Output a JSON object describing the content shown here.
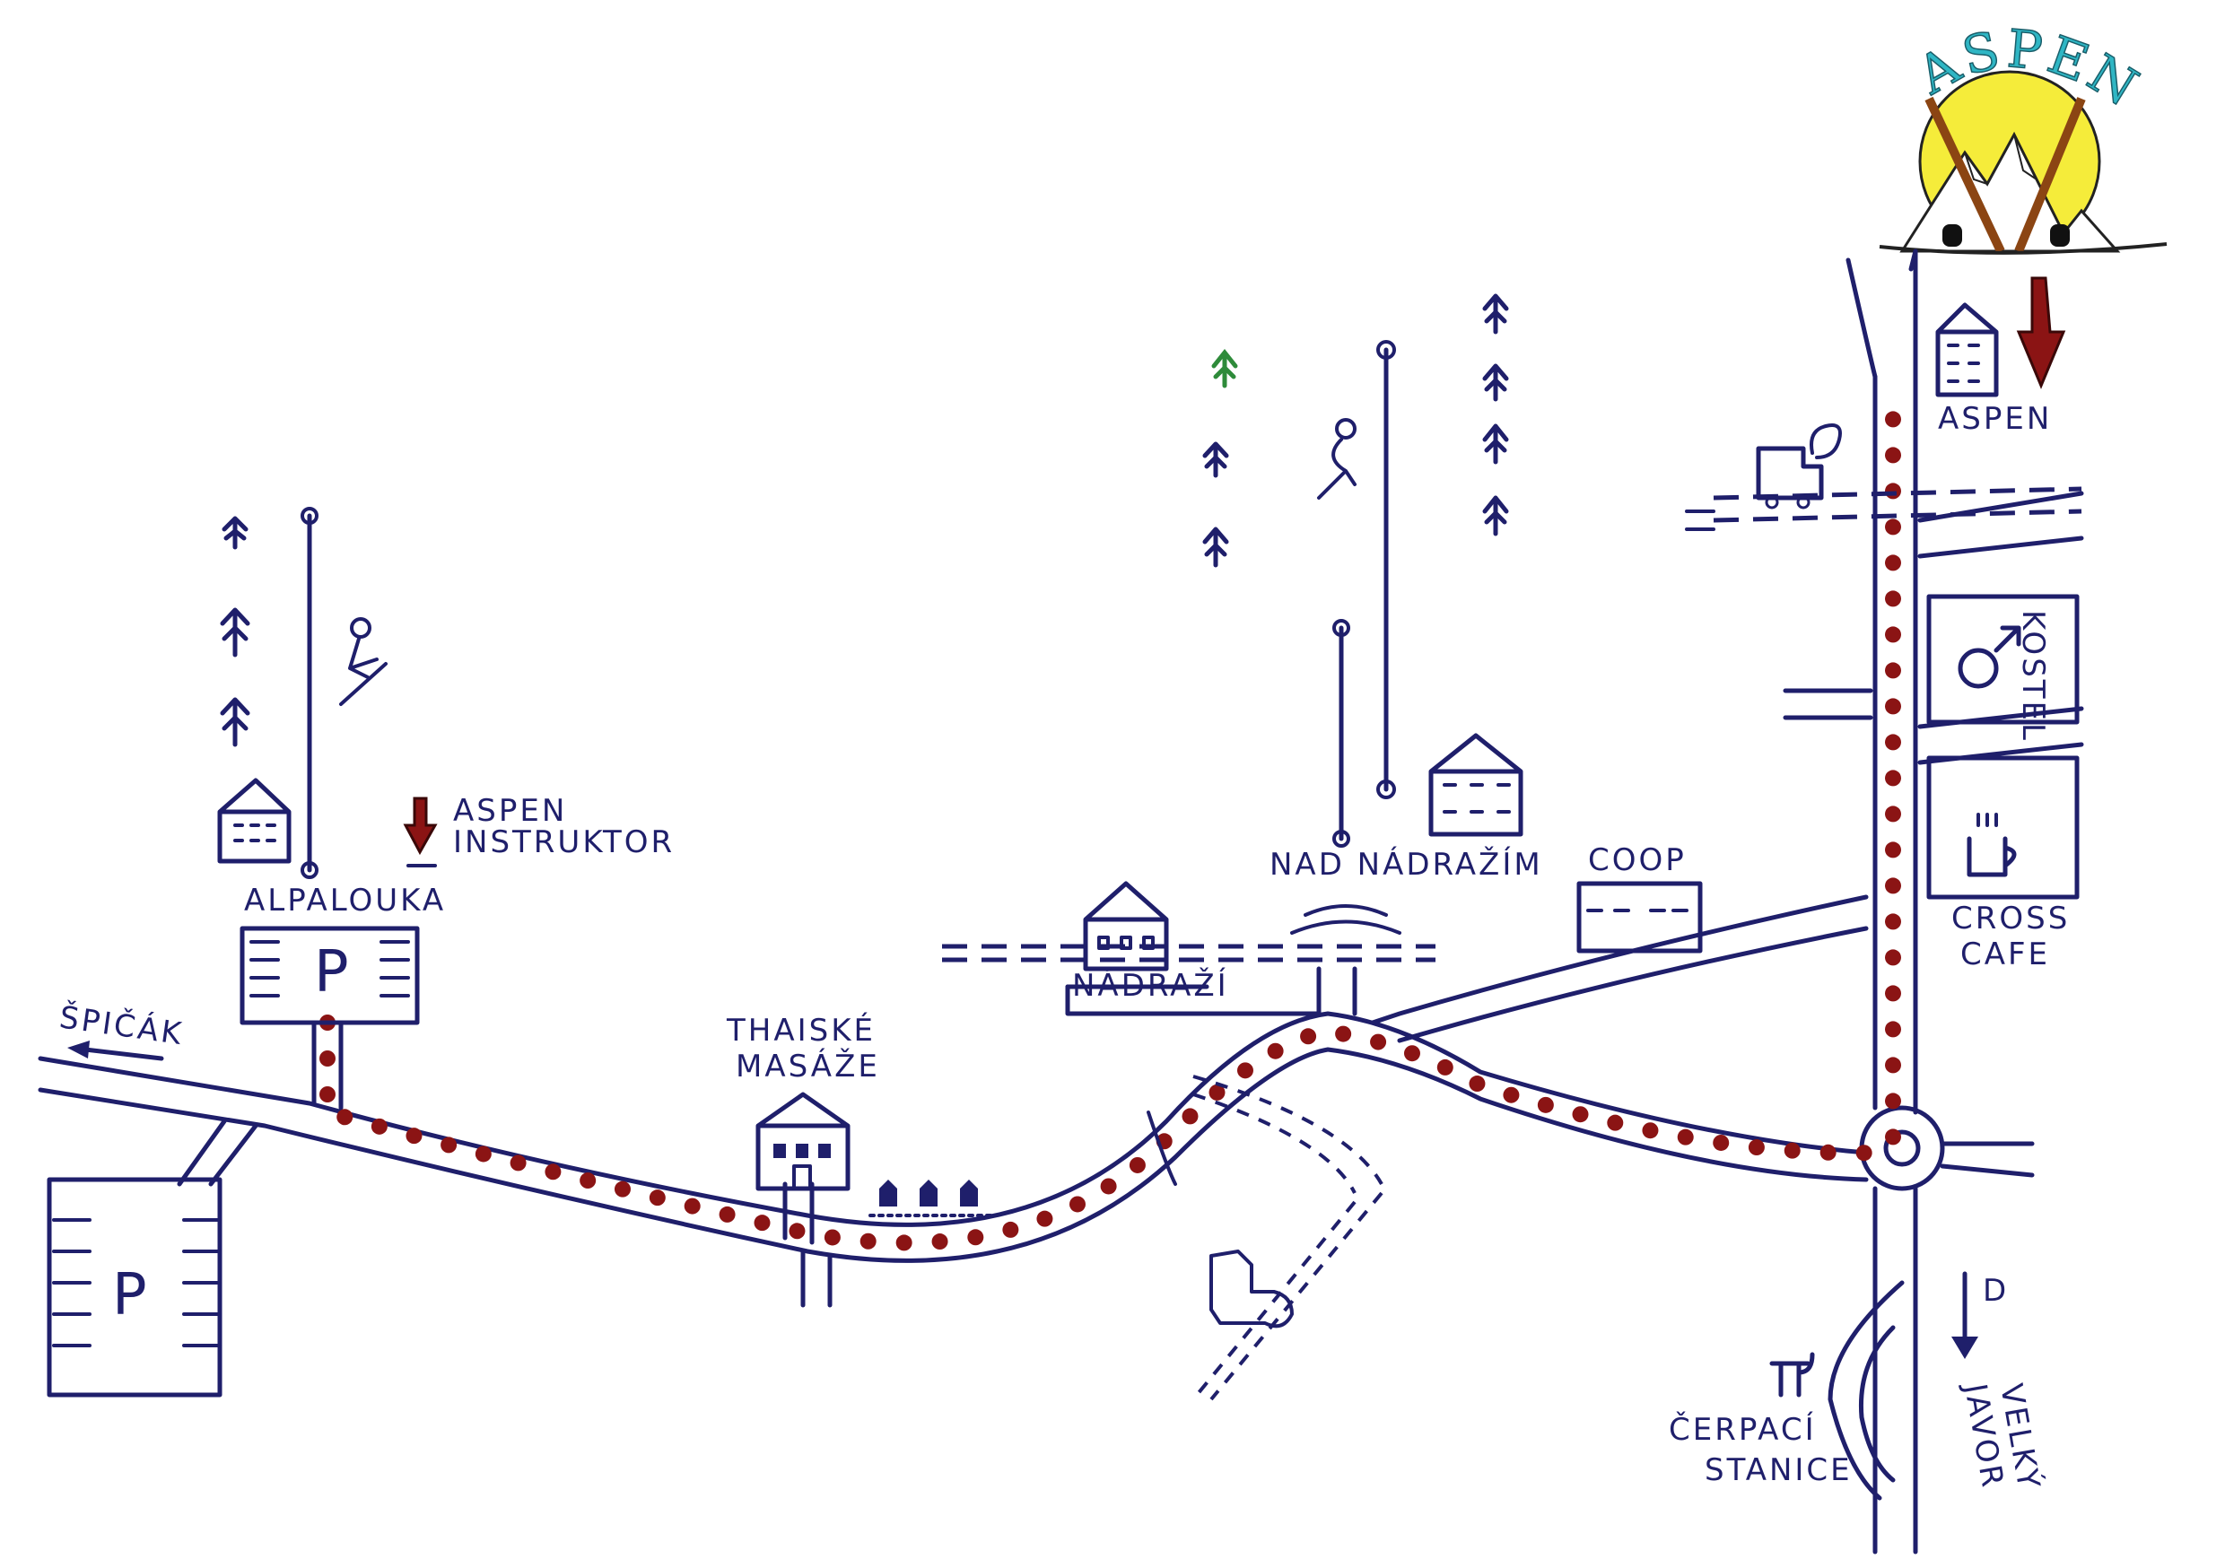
{
  "logo": {
    "text": "ASPEN",
    "sun_color": "#f5ec3a",
    "text_color": "#2fb6c4",
    "ski_color": "#8b4513"
  },
  "labels": {
    "spicak": "ŠPIČÁK",
    "alpalouka": "ALPALOUKA",
    "aspen_instruktor_1": "ASPEN",
    "aspen_instruktor_2": "INSTRUKTOR",
    "thaiske_1": "THAISKÉ",
    "thaiske_2": "MASÁŽE",
    "nadrazi": "NÁDRAŽÍ",
    "nad_nadrazim": "NAD NÁDRAŽÍM",
    "coop": "COOP",
    "aspen_top": "ASPEN",
    "kostel": "KOSTEL",
    "cross_cafe_1": "CROSS",
    "cross_cafe_2": "CAFE",
    "cerpaci_1": "ČERPACÍ",
    "cerpaci_2": "STANICE",
    "velky_javor_1": "VELKÝ",
    "velky_javor_2": "JAVOR",
    "direction_d": "D",
    "parking_1": "P",
    "parking_2": "P"
  },
  "colors": {
    "ink": "#1f1f6b",
    "route": "#8b1414",
    "marker": "#8b1414",
    "green_tree": "#2e8b3a"
  }
}
